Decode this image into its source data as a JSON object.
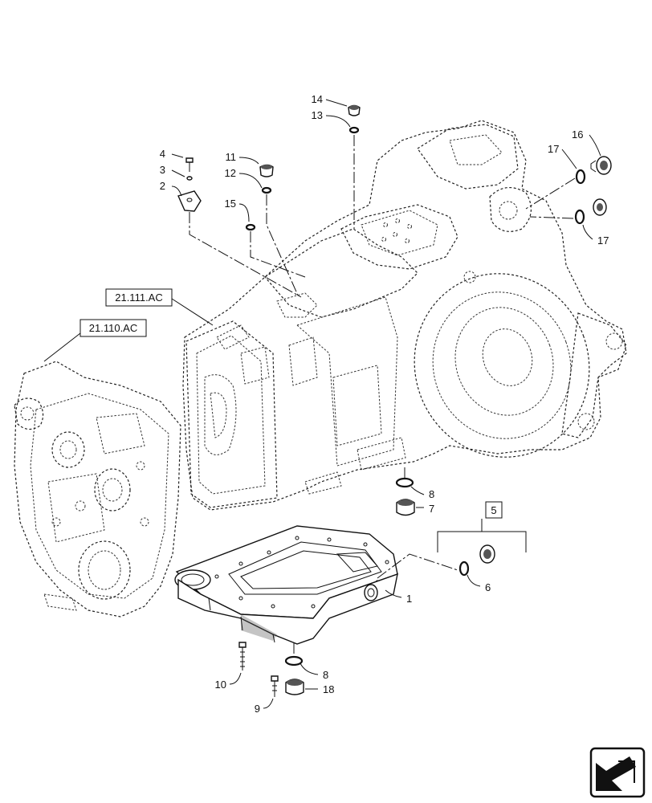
{
  "references": {
    "rear_housing": "21.111.AC",
    "front_housing": "21.110.AC",
    "kit": "5"
  },
  "callouts": {
    "c1": "1",
    "c2": "2",
    "c3": "3",
    "c4": "4",
    "c6": "6",
    "c7": "7",
    "c8a": "8",
    "c8b": "8",
    "c9": "9",
    "c10": "10",
    "c11": "11",
    "c12": "12",
    "c13": "13",
    "c14": "14",
    "c15": "15",
    "c16": "16",
    "c17a": "17",
    "c17b": "17",
    "c18": "18"
  },
  "icons": {
    "corner": "navigation-arrow-icon"
  }
}
